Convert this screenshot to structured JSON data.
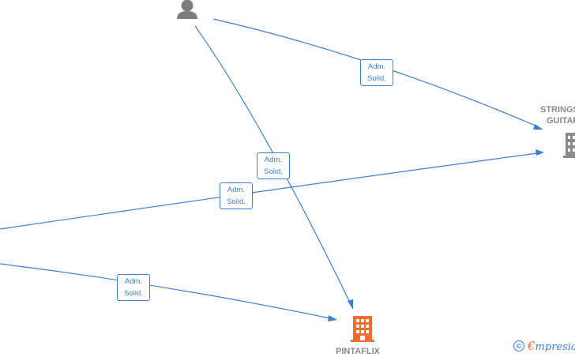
{
  "nodes": {
    "person": {
      "type": "person",
      "icon": "person-icon"
    },
    "strings_guitar": {
      "label_lines": [
        "STRINGS",
        "GUITAR"
      ],
      "icon": "building-icon",
      "color": "#8a8a8a"
    },
    "pintaflix": {
      "label": "PINTAFLIX",
      "icon": "building-icon",
      "color": "#f26b2f"
    }
  },
  "edge_labels": {
    "person_to_strings": {
      "line1": "Adm.",
      "line2": "Solid."
    },
    "person_to_pintaflix": {
      "line1": "Adm.",
      "line2": "Solid."
    },
    "left_to_strings": {
      "line1": "Adm.",
      "line2": "Solid."
    },
    "left_to_pintaflix": {
      "line1": "Adm.",
      "line2": "Solid."
    }
  },
  "colors": {
    "edge": "#3a7fd5",
    "highlight": "#f26b2f",
    "node_gray": "#8a8a8a"
  },
  "watermark": {
    "symbol": "©",
    "brand_first": "€",
    "brand_rest": "mpresia"
  }
}
